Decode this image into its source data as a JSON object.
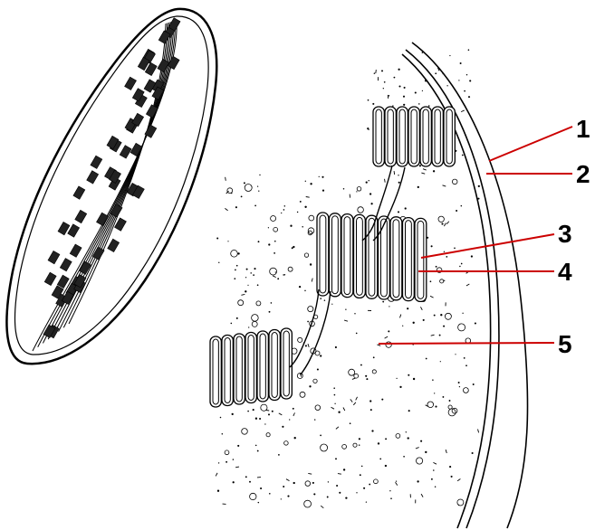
{
  "diagram": {
    "labels": [
      {
        "id": "1",
        "text": "1"
      },
      {
        "id": "2",
        "text": "2"
      },
      {
        "id": "3",
        "text": "3"
      },
      {
        "id": "4",
        "text": "4"
      },
      {
        "id": "5",
        "text": "5"
      }
    ],
    "colors": {
      "leader_line": "#cc0000",
      "ink": "#000000",
      "background": "#ffffff"
    }
  }
}
